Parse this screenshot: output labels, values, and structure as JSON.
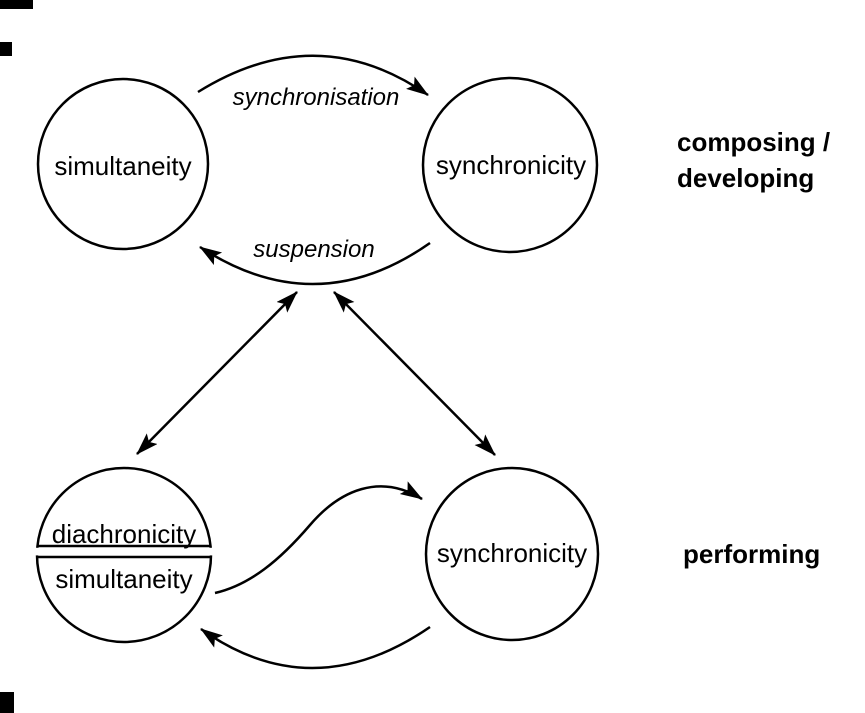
{
  "colors": {
    "ink": "#000000",
    "background": "#ffffff"
  },
  "nodes": {
    "top_left": {
      "label": "simultaneity"
    },
    "top_right": {
      "label": "synchronicity"
    },
    "bottom_left": {
      "label_top": "diachronicity",
      "label_bottom": "simultaneity"
    },
    "bottom_right": {
      "label": "synchronicity"
    }
  },
  "edge_labels": {
    "top": "synchronisation",
    "middle": "suspension"
  },
  "section_labels": {
    "top_line1": "composing /",
    "top_line2": "developing",
    "bottom": "performing"
  }
}
